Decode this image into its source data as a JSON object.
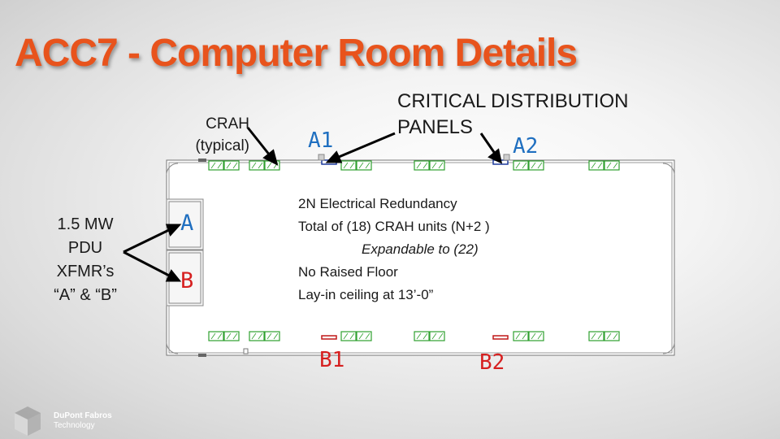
{
  "title": "ACC7 - Computer Room Details",
  "labels": {
    "crah_line1": "CRAH",
    "crah_line2": "(typical)",
    "cdp_line1": "CRITICAL DISTRIBUTION",
    "cdp_line2": "PANELS",
    "pdu_line1": "1.5 MW",
    "pdu_line2": "PDU",
    "pdu_line3": "XFMR’s",
    "pdu_line4": "“A” & “B”"
  },
  "panels": {
    "a1": "A1",
    "a2": "A2",
    "b1": "B1",
    "b2": "B2",
    "xfmr_a": "A",
    "xfmr_b": "B"
  },
  "notes": [
    "2N Electrical Redundancy",
    "Total of (18) CRAH units (N+2 )",
    "Expandable to (22)",
    "No Raised Floor",
    "Lay-in ceiling at 13’-0”"
  ],
  "logo": {
    "line1": "DuPont Fabros",
    "line2": "Technology"
  },
  "colors": {
    "title": "#e8531c",
    "a_feed": "#1f6fc0",
    "b_feed": "#d62020",
    "crah": "#2ea02e",
    "arrow": "#000000"
  }
}
